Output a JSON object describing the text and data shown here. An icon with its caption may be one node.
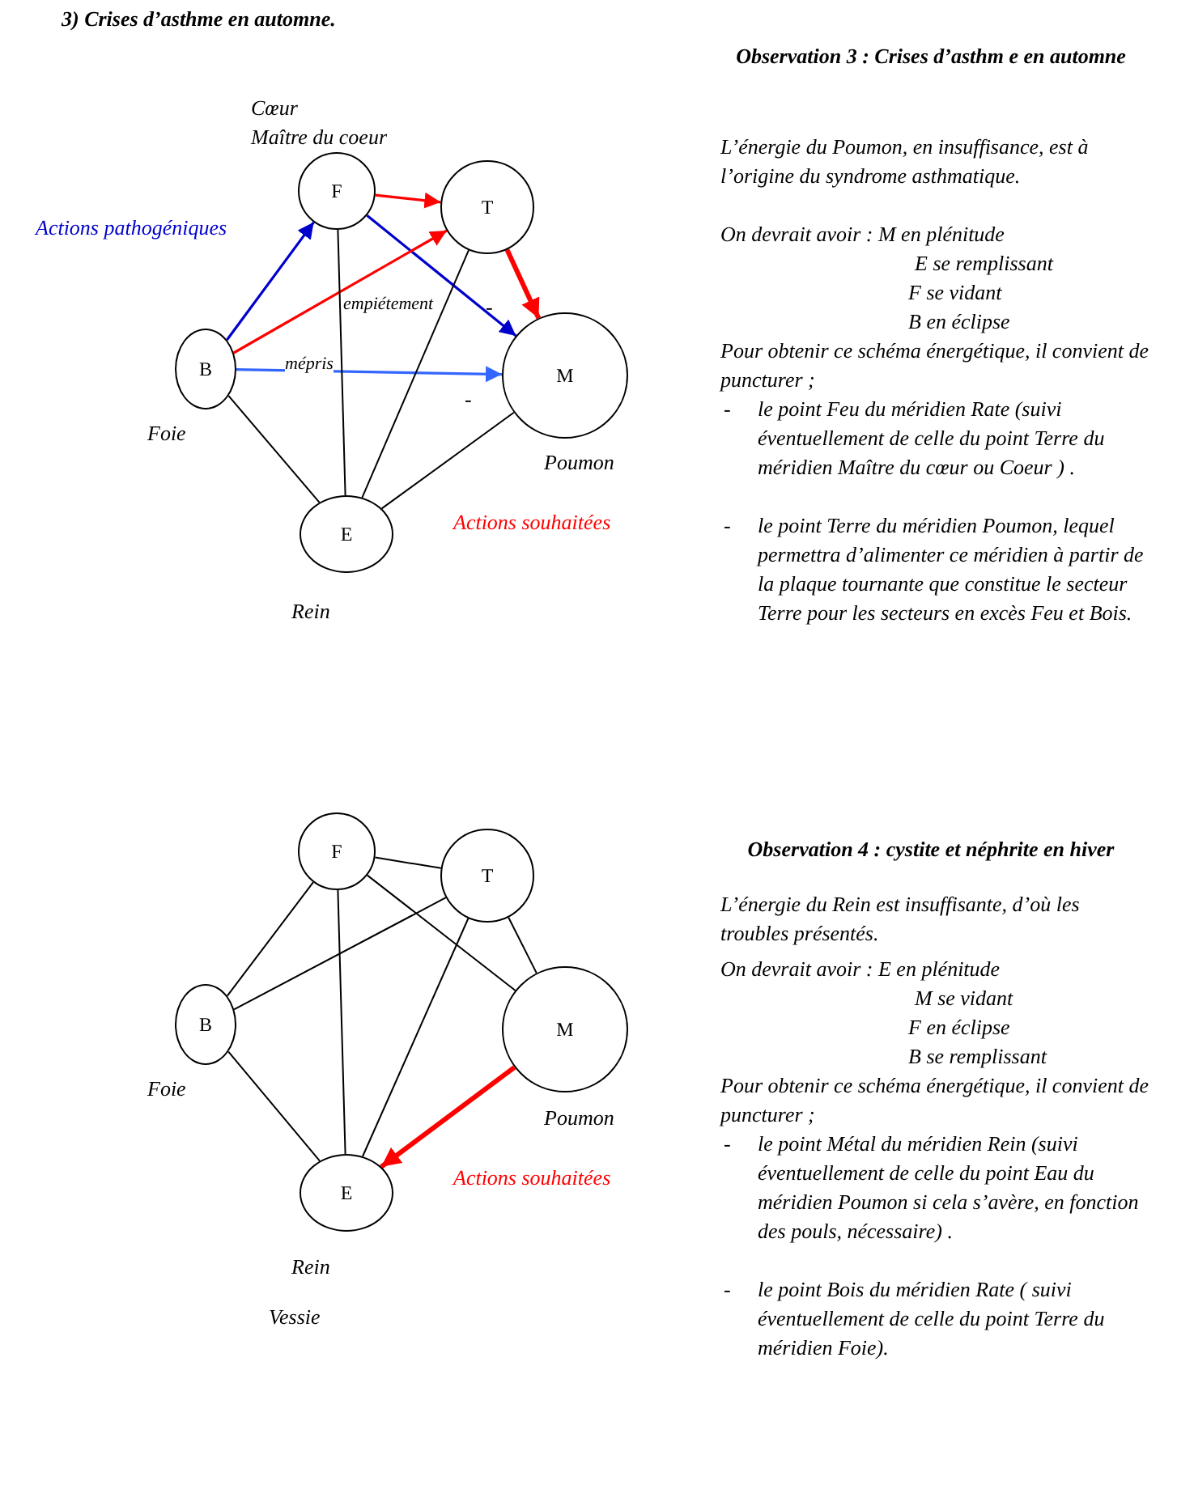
{
  "diagram": {
    "title": "3) Crises d’asthme en automne.",
    "nodes": [
      {
        "text": [
          "F"
        ],
        "beside": [
          "Cœur",
          "Maître du coeur"
        ]
      },
      {
        "text": [
          "T"
        ]
      },
      {
        "text": [
          "B"
        ],
        "beside": [
          "Foie"
        ]
      },
      {
        "text": [
          "M"
        ],
        "beside": [
          "Poumon"
        ]
      },
      {
        "text": [
          "E"
        ],
        "beside": [
          "Rein"
        ]
      },
      {
        "text": [
          "F"
        ]
      },
      {
        "text": [
          "T"
        ]
      },
      {
        "text": [
          "B"
        ],
        "beside": [
          "Foie"
        ]
      },
      {
        "text": [
          "M"
        ],
        "beside": [
          "Poumon"
        ]
      },
      {
        "text": [
          "E"
        ],
        "beside": [
          "Rein",
          "Vessie"
        ]
      }
    ],
    "edges": [
      {
        "from": 0,
        "to": 1,
        "arrow": "to",
        "color": "#ff0000"
      },
      {
        "from": 0,
        "to": 3,
        "arrow": "to",
        "color": "#0000cc"
      },
      {
        "from": 2,
        "to": 0,
        "arrow": "to",
        "color": "#0000cc"
      },
      {
        "from": 2,
        "to": 1,
        "arrow": "to",
        "label": "empiétement",
        "color": "#ff0000"
      },
      {
        "from": 1,
        "to": 3,
        "arrow": "to",
        "style": "thick",
        "color": "#ff0000"
      },
      {
        "from": 2,
        "to": 3,
        "arrow": "to",
        "label": "mépris",
        "color": "#3366ff"
      },
      {
        "from": 0,
        "to": 4,
        "arrow": "none"
      },
      {
        "from": 1,
        "to": 4,
        "arrow": "none"
      },
      {
        "from": 2,
        "to": 4,
        "arrow": "none"
      },
      {
        "from": 3,
        "to": 4,
        "arrow": "none"
      },
      {
        "from": 5,
        "to": 6,
        "arrow": "none"
      },
      {
        "from": 5,
        "to": 7,
        "arrow": "none"
      },
      {
        "from": 5,
        "to": 9,
        "arrow": "none"
      },
      {
        "from": 5,
        "to": 8,
        "arrow": "none"
      },
      {
        "from": 6,
        "to": 7,
        "arrow": "none"
      },
      {
        "from": 6,
        "to": 9,
        "arrow": "none"
      },
      {
        "from": 6,
        "to": 8,
        "arrow": "none"
      },
      {
        "from": 7,
        "to": 9,
        "arrow": "none"
      },
      {
        "from": 8,
        "to": 9,
        "arrow": "to",
        "style": "thick",
        "color": "#ff0000"
      }
    ],
    "labels": [
      "Actions pathogéniques",
      "-",
      "-",
      "Actions souhaitées",
      "Observation 3 : Crises d’asthm e en automne",
      "L’énergie du Poumon, en insuffisance, est à l’origine du syndrome asthmatique.",
      "On devrait avoir : M en plénitude",
      "E se remplissant",
      "F se vidant",
      "B en éclipse",
      "Pour obtenir ce schéma énergétique, il convient de puncturer ;",
      "-",
      "le point Feu du méridien Rate (suivi éventuellement de celle du point Terre du méridien Maître du cœur ou Coeur ) .",
      "-",
      "le point Terre du méridien Poumon, lequel permettra d’alimenter ce méridien à partir de la plaque tournante que constitue le secteur Terre pour les secteurs en excès Feu et Bois.",
      "Actions souhaitées",
      "Observation 4 : cystite et néphrite en hiver",
      "L’énergie du Rein est insuffisante, d’où les troubles présentés.",
      "On devrait avoir : E en plénitude",
      "M se vidant",
      "F en éclipse",
      "B se remplissant",
      "Pour obtenir ce schéma énergétique, il convient de puncturer ;",
      "-",
      "le point Métal du méridien Rein (suivi éventuellement de celle du point Eau du méridien Poumon si cela s’avère, en fonction des pouls, nécessaire) .",
      "-",
      "le point Bois du méridien Rate ( suivi éventuellement de celle du point Terre du méridien Foie)."
    ]
  }
}
